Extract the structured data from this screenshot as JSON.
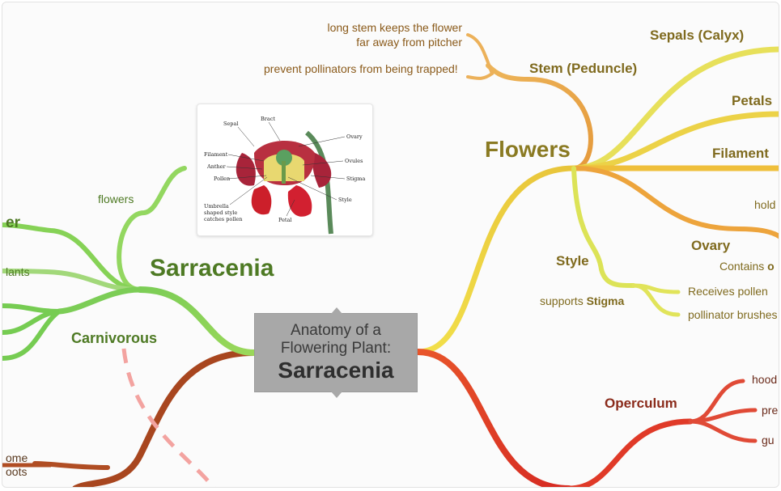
{
  "central": {
    "line1": "Anatomy of a",
    "line2": "Flowering Plant:",
    "line3": "Sarracenia"
  },
  "flowers": {
    "label": "Flowers",
    "stem": {
      "label": "Stem (Peduncle)",
      "note1_line1": "long stem keeps the flower",
      "note1_line2": "far away from pitcher",
      "note2": "prevent pollinators from being trapped!"
    },
    "sepals": "Sepals (Calyx)",
    "petals": "Petals",
    "filament": "Filament",
    "hold": "hold",
    "ovary": {
      "label": "Ovary",
      "note_prefix": "Contains ",
      "note_bold": "o"
    },
    "style": {
      "label": "Style",
      "note_prefix": "supports ",
      "note_bold": "Stigma",
      "receives": "Receives pollen",
      "brushes": "pollinator brushes"
    }
  },
  "sarracenia": {
    "label": "Sarracenia",
    "flowers_note": "flowers",
    "er": "er",
    "plants": "lants",
    "carnivorous": "Carnivorous"
  },
  "operculum": {
    "label": "Operculum",
    "hood": "hood",
    "pre": "pre",
    "gu": "gu"
  },
  "roots": {
    "line1": "ome",
    "line2": "oots"
  },
  "figure": {
    "bract": "Bract",
    "sepal": "Sepal",
    "ovary": "Ovary",
    "filament": "Filament",
    "ovules": "Ovules",
    "anther": "Anther",
    "pollen": "Pollen",
    "stigma": "Stigma",
    "style": "Style",
    "umbrella1": "Umbrella",
    "umbrella2": "shaped style",
    "umbrella3": "catches pollen",
    "petal": "Petal"
  },
  "colors": {
    "flowers_branch": "#e8cf3f",
    "stem_branch": "#e9a24e",
    "sarracenia_branch": "#8fd65a",
    "operculum_branch": "#e03c2a",
    "roots_branch": "#a8461f",
    "dashed_link": "#f3a3a0"
  }
}
